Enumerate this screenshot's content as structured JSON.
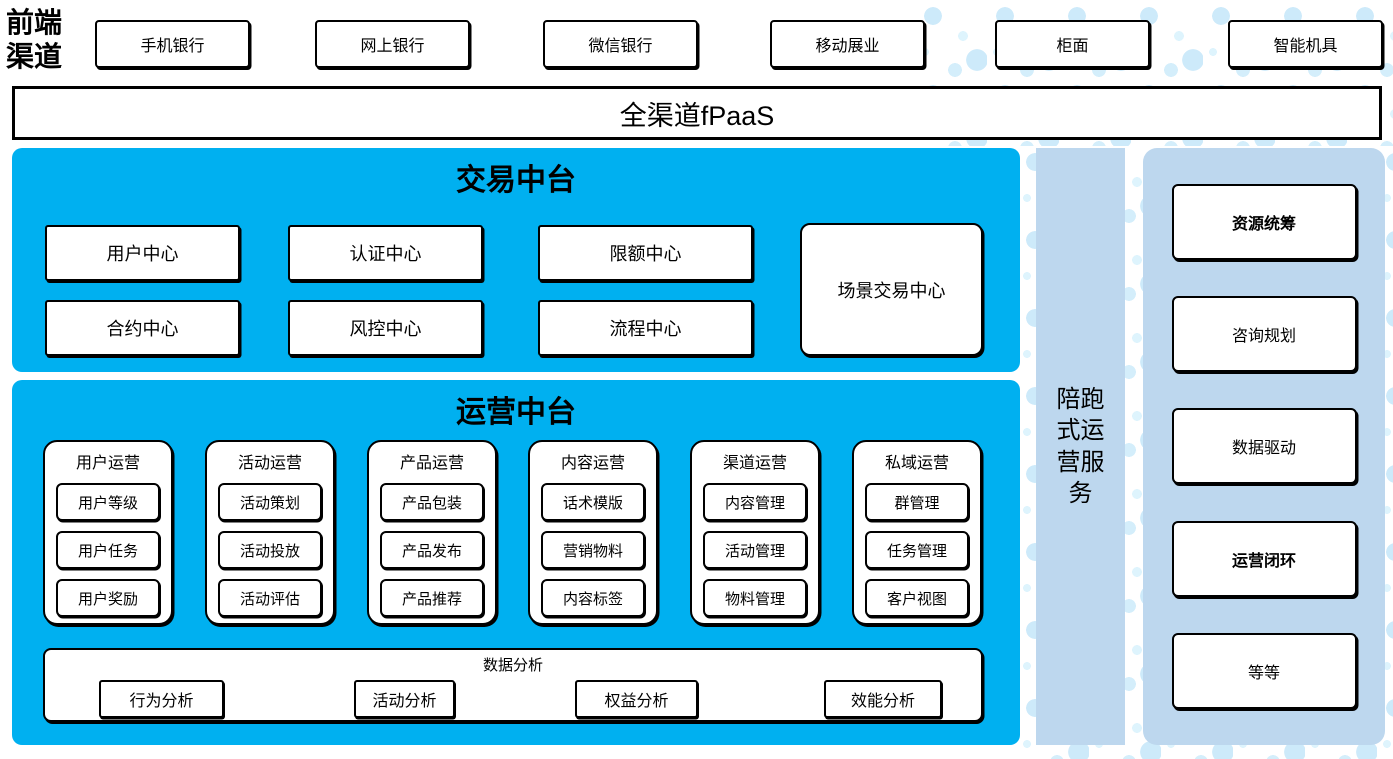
{
  "front_channels_label": "前端渠道",
  "channels": [
    "手机银行",
    "网上银行",
    "微信银行",
    "移动展业",
    "柜面",
    "智能机具"
  ],
  "fpaas_bar": "全渠道fPaaS",
  "trade": {
    "title": "交易中台",
    "centers": [
      "用户中心",
      "认证中心",
      "限额中心",
      "合约中心",
      "风控中心",
      "流程中心"
    ],
    "scene_center": "场景交易中心"
  },
  "ops": {
    "title": "运营中台",
    "groups": [
      {
        "title": "用户运营",
        "items": [
          "用户等级",
          "用户任务",
          "用户奖励"
        ]
      },
      {
        "title": "活动运营",
        "items": [
          "活动策划",
          "活动投放",
          "活动评估"
        ]
      },
      {
        "title": "产品运营",
        "items": [
          "产品包装",
          "产品发布",
          "产品推荐"
        ]
      },
      {
        "title": "内容运营",
        "items": [
          "话术模版",
          "营销物料",
          "内容标签"
        ]
      },
      {
        "title": "渠道运营",
        "items": [
          "内容管理",
          "活动管理",
          "物料管理"
        ]
      },
      {
        "title": "私域运营",
        "items": [
          "群管理",
          "任务管理",
          "客户视图"
        ]
      }
    ],
    "analytics": {
      "title": "数据分析",
      "items": [
        "行为分析",
        "活动分析",
        "权益分析",
        "效能分析"
      ]
    }
  },
  "companion_strip": "陪跑式运营服务",
  "right_panel": {
    "items": [
      "资源统筹",
      "咨询规划",
      "数据驱动",
      "运营闭环",
      "等等"
    ]
  },
  "colors": {
    "platform_blue": "#00b0f0",
    "panel_light_blue": "#bdd7ee",
    "dot_blue": "#cdeafa",
    "box_fill": "#ffffff",
    "border": "#000000"
  }
}
